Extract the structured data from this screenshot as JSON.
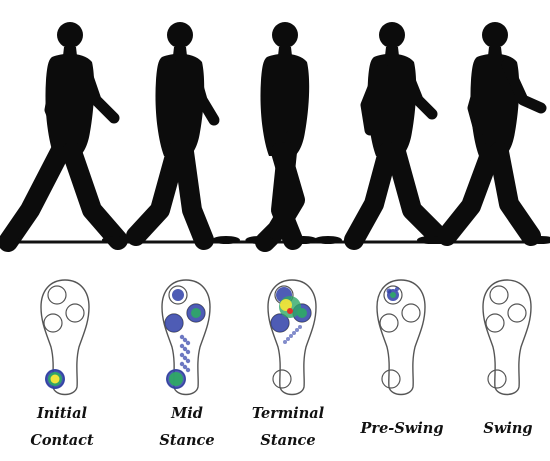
{
  "phases": [
    {
      "id": "initial-contact",
      "label_line1": "Initial",
      "label_line2": "Contact",
      "pressure": "heel"
    },
    {
      "id": "mid-stance",
      "label_line1": "Mid",
      "label_line2": "Stance",
      "pressure": "full"
    },
    {
      "id": "terminal-stance",
      "label_line1": "Terminal",
      "label_line2": "Stance",
      "pressure": "forefoot"
    },
    {
      "id": "pre-swing",
      "label_line1": "Pre-Swing",
      "label_line2": "",
      "pressure": "toe"
    },
    {
      "id": "swing",
      "label_line1": "Swing",
      "label_line2": "",
      "pressure": "none"
    }
  ],
  "colors": {
    "silhouette": "#0c0c0c",
    "ground": "#111111",
    "insole_outline": "#555555",
    "pressure_low": "#2f3fa8",
    "pressure_mid": "#2fa866",
    "pressure_high": "#f0e43a",
    "pressure_peak": "#e0302a"
  }
}
